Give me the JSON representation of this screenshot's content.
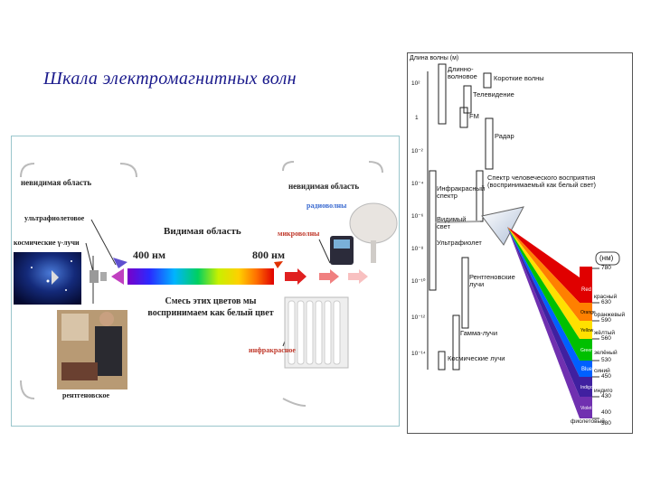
{
  "title": "Шкала электромагнитных волн",
  "left": {
    "invisible_left": "невидимая область",
    "invisible_right": "невидимая область",
    "ultraviolet": "ультрафиолетовое",
    "cosmic": "космические γ-лучи",
    "visible_area": "Видимая область",
    "nm400": "400 нм",
    "nm800": "800 нм",
    "radio": "радиоволны",
    "micro": "микроволны",
    "white_light": "Смесь этих цветов мы воспринимаем как белый цвет",
    "infrared": "инфракрасное",
    "xray": "рентгеновское"
  },
  "right": {
    "axis_title": "Длина волны (м)",
    "ticks": [
      "10²",
      "1",
      "10⁻²",
      "10⁻⁴",
      "10⁻⁶",
      "10⁻⁸",
      "10⁻¹⁰",
      "10⁻¹²",
      "10⁻¹⁴"
    ],
    "labels": {
      "long_waves": "Длинно-волновое",
      "short_waves": "Короткие волны",
      "tv": "Телевидение",
      "fm": "FM",
      "radar": "Радар",
      "human_spectrum": "Спектр человеческого восприятия (воспринимаемый как белый свет)",
      "infrared": "Инфракрасный спектр",
      "visible": "Видимый свет",
      "uv": "Ультрафиолет",
      "xray": "Рентгеновские лучи",
      "gamma": "Гамма-лучи",
      "cosmic": "Космические лучи"
    },
    "nm_header": "(нм)",
    "colors": [
      "Red",
      "Orange",
      "Yellow",
      "Green",
      "Blue",
      "Indigo",
      "Violet"
    ],
    "ru_colors": [
      "красный",
      "оранжевый",
      "жёлтый",
      "зелёный",
      "синий",
      "индиго",
      "фиолетовый"
    ],
    "nm_values": [
      "780",
      "630",
      "590",
      "560",
      "530",
      "450",
      "430",
      "400",
      "380"
    ]
  }
}
